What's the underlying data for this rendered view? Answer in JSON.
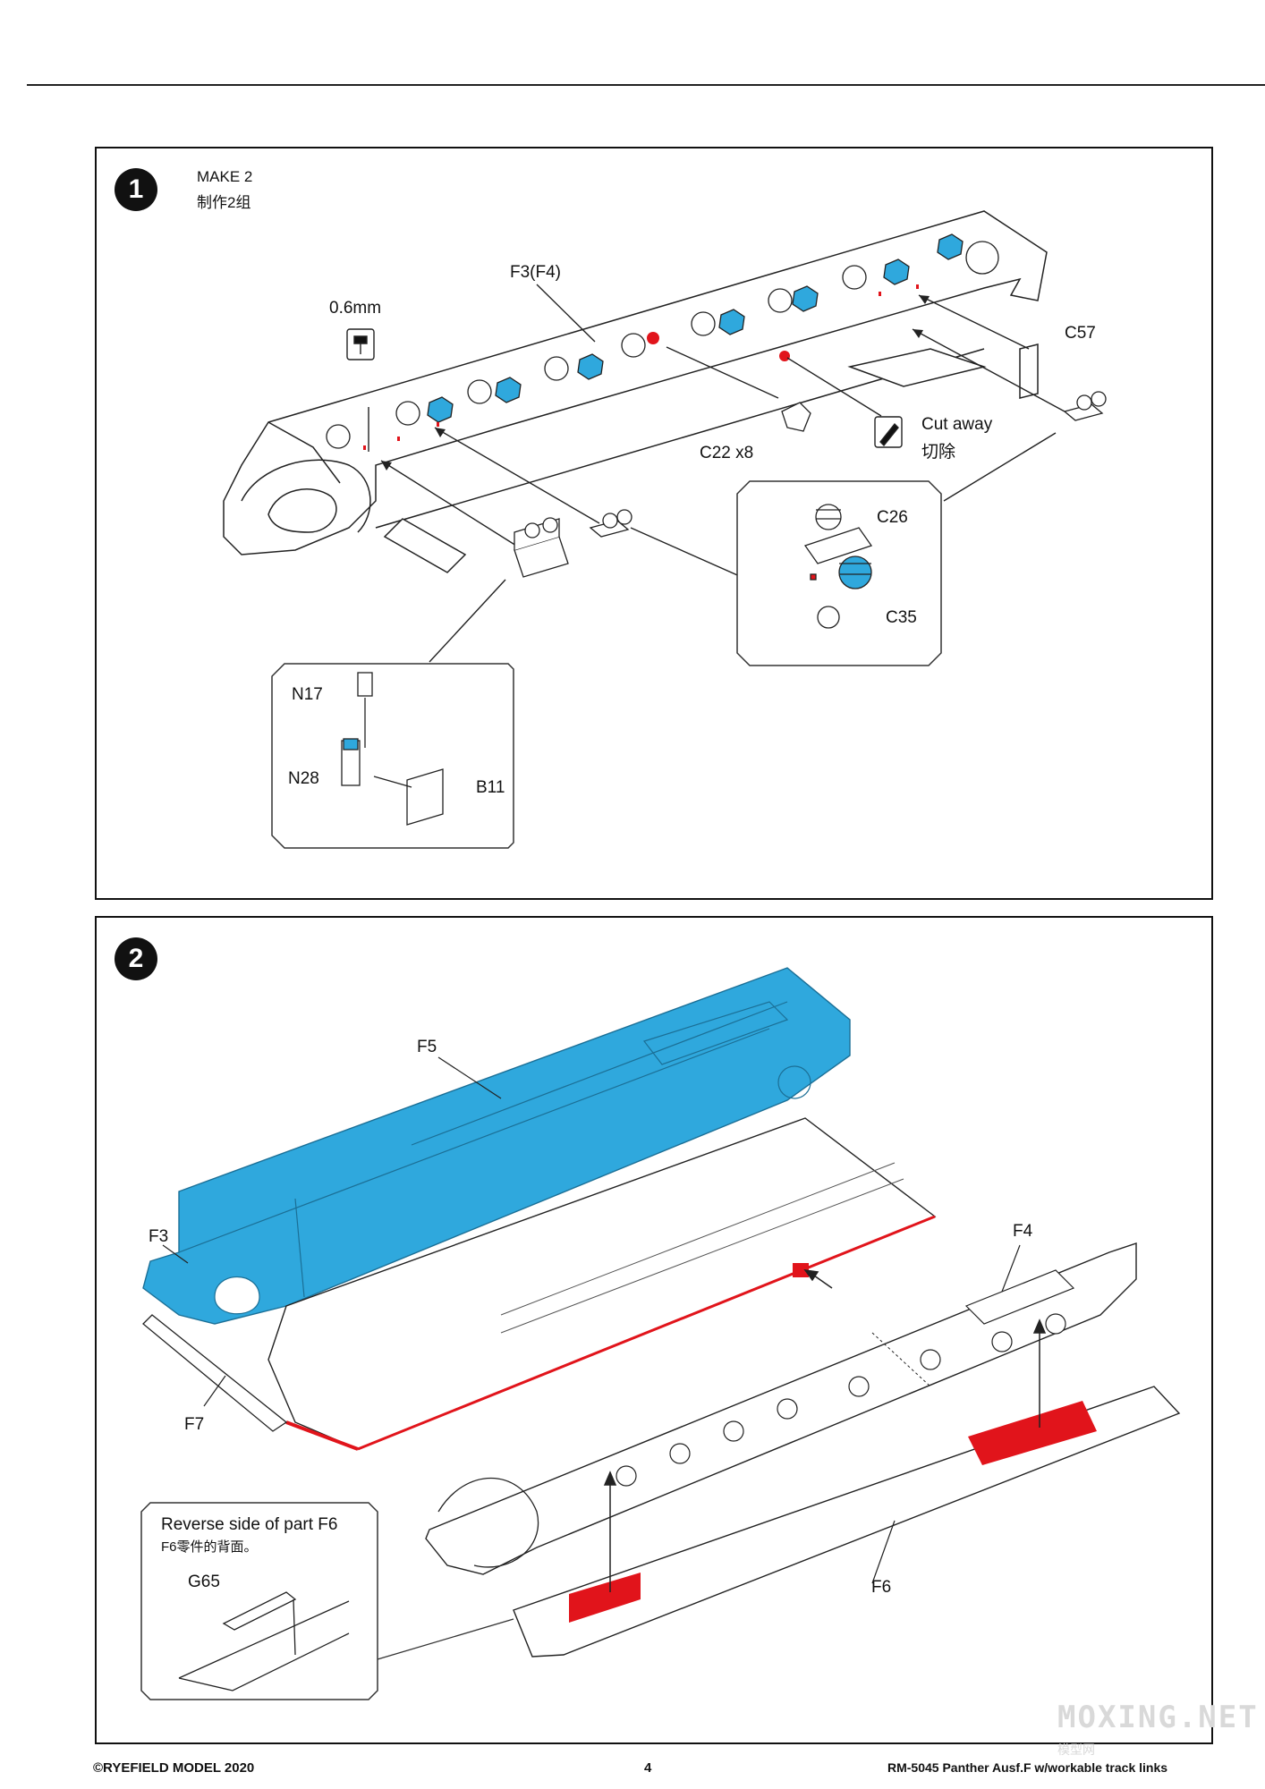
{
  "step1": {
    "number": "1",
    "make_en": "MAKE 2",
    "make_cn": "制作2组",
    "drill_label": "0.6mm",
    "labels": {
      "f3f4": "F3(F4)",
      "c57": "C57",
      "c22": "C22 x8",
      "cutaway_en": "Cut away",
      "cutaway_cn": "切除",
      "c26": "C26",
      "c35": "C35",
      "n17": "N17",
      "n28": "N28",
      "b11": "B11"
    },
    "icons": [
      "drill-icon",
      "hobby-knife-icon"
    ]
  },
  "step2": {
    "number": "2",
    "labels": {
      "f5": "F5",
      "f3": "F3",
      "f4": "F4",
      "f7": "F7",
      "f6": "F6",
      "g65": "G65"
    },
    "reverse_title_en": "Reverse side of part F6",
    "reverse_title_cn": "F6零件的背面。"
  },
  "colors": {
    "highlight_blue": "#2fa8dd",
    "glue_red": "#e1141b",
    "line": "#222222"
  },
  "footer": {
    "copyright": "©RYEFIELD MODEL 2020",
    "page_number": "4",
    "product": "RM-5045  Panther Ausf.F w/workable track links"
  },
  "watermark": {
    "text": "MOXING.NET",
    "sub": "模型网"
  }
}
